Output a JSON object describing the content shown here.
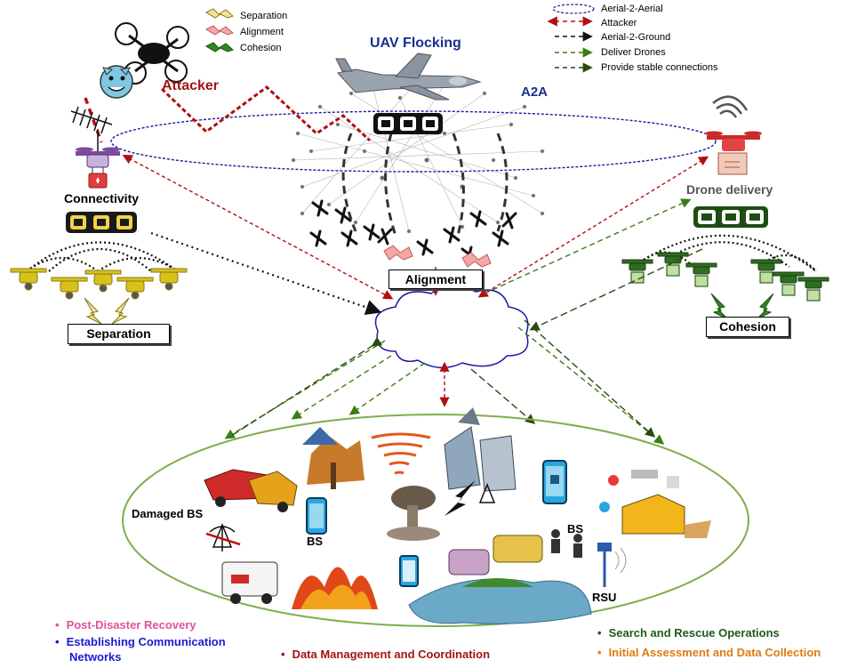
{
  "legend": {
    "separation": "Separation",
    "alignment": "Alignment",
    "cohesion": "Cohesion",
    "a2a": "Aerial-2-Aerial",
    "attacker": "Attacker",
    "a2g": "Aerial-2-Ground",
    "deliver": "Deliver Drones",
    "stable": "Provide stable connections"
  },
  "labels": {
    "uav_flocking": "UAV Flocking",
    "a2a": "A2A",
    "attacker": "Attacker",
    "connectivity": "Connectivity",
    "drone_delivery": "Drone delivery",
    "alignment": "Alignment",
    "separation": "Separation",
    "cohesion": "Cohesion",
    "damaged_bs": "Damaged BS",
    "bs_left": "BS",
    "bs_right": "BS",
    "rsu": "RSU"
  },
  "bullets": {
    "post_disaster": "Post-Disaster Recovery",
    "comm_networks_1": "Establishing Communication",
    "comm_networks_2": "Networks",
    "data_mgmt": "Data Management and Coordination",
    "search_rescue": "Search and Rescue Operations",
    "initial_assessment": "Initial Assessment and Data Collection"
  },
  "colors": {
    "a2a": "#1a1aa6",
    "attacker": "#b01010",
    "a2g": "#111111",
    "deliver": "#3a7d12",
    "stable": "#2b4a10",
    "uav_title": "#1a2f8c",
    "post_disaster": "#e0529c",
    "comm": "#1a1ad0",
    "data_mgmt": "#a01414",
    "search": "#1d5a1d",
    "initial": "#e07b10",
    "drone_yellow": "#d8c21a",
    "drone_green": "#2f6e1f",
    "ellipse": "#7fae4a"
  }
}
